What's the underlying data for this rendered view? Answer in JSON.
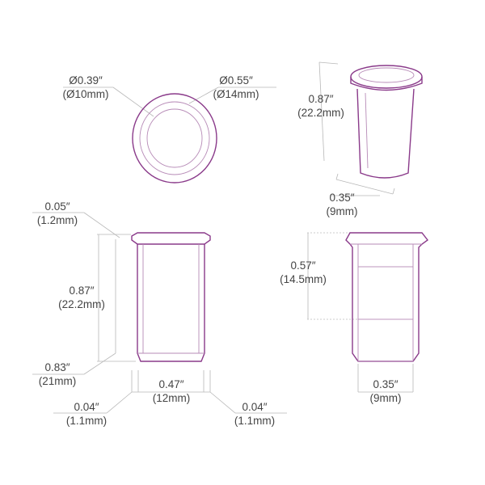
{
  "colors": {
    "outline": "#8a3a8a",
    "outline_inner": "#b78bb7",
    "dimension_line": "#b8b8b8",
    "text": "#444444"
  },
  "top_view": {
    "inner_diameter": {
      "imperial": "Ø0.39″",
      "metric": "(Ø10mm)"
    },
    "outer_diameter": {
      "imperial": "Ø0.55″",
      "metric": "(Ø14mm)"
    }
  },
  "perspective_view": {
    "height": {
      "imperial": "0.87″",
      "metric": "(22.2mm)"
    },
    "width": {
      "imperial": "0.35″",
      "metric": "(9mm)"
    }
  },
  "side_view": {
    "flange_thickness": {
      "imperial": "0.05″",
      "metric": "(1.2mm)"
    },
    "total_height": {
      "imperial": "0.87″",
      "metric": "(22.2mm)"
    },
    "body_height": {
      "imperial": "0.83″",
      "metric": "(21mm)"
    },
    "flange_width": {
      "imperial": "0.47″",
      "metric": "(12mm)"
    },
    "left_wall": {
      "imperial": "0.04″",
      "metric": "(1.1mm)"
    },
    "right_wall": {
      "imperial": "0.04″",
      "metric": "(1.1mm)"
    }
  },
  "section_view": {
    "bore_depth": {
      "imperial": "0.57″",
      "metric": "(14.5mm)"
    },
    "width": {
      "imperial": "0.35″",
      "metric": "(9mm)"
    }
  }
}
